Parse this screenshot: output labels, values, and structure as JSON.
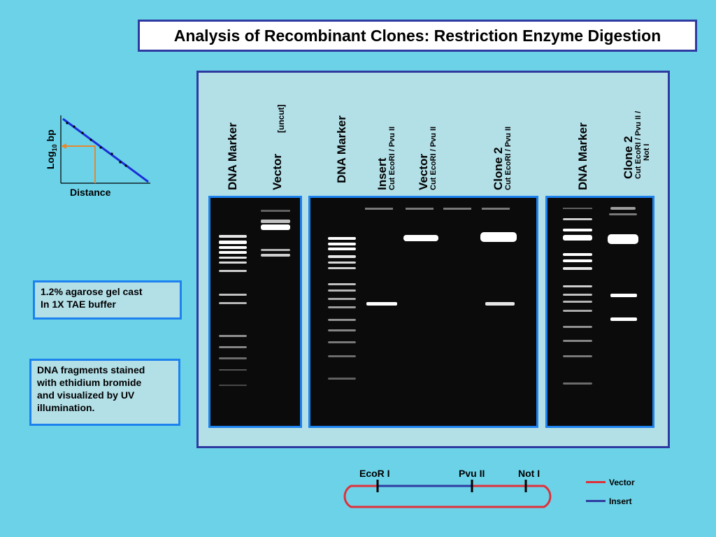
{
  "title": "Analysis of Recombinant Clones: Restriction Enzyme Digestion",
  "mini_plot": {
    "ylabel_main": "Log",
    "ylabel_sub": "10",
    "ylabel_unit": " bp",
    "xlabel": "Distance"
  },
  "lanes": {
    "marker1": "DNA Marker",
    "vector_uncut": "Vector",
    "vector_uncut_note": "[uncut]",
    "marker2": "DNA Marker",
    "insert": "Insert",
    "insert_cut": "Cut EcoRI  / Pvu II",
    "vector_cut": "Vector",
    "vector_cut_detail": "Cut EcoRI  / Pvu II",
    "clone2a": "Clone  2",
    "clone2a_cut": "Cut EcoRI  / Pvu II",
    "marker3": "DNA Marker",
    "clone2b": "Clone  2",
    "clone2b_cut1": "Cut EcoRI  / Pvu II /",
    "clone2b_cut2": "Not I"
  },
  "info_gel": {
    "line1": "1.2%  agarose gel cast",
    "line2": "In 1X TAE buffer"
  },
  "info_stain": {
    "line1": "DNA fragments stained",
    "line2": "with ethidium bromide",
    "line3": "and visualized by UV",
    "line4": "illumination."
  },
  "map": {
    "site1": "EcoR I",
    "site2": "Pvu II",
    "site3": "Not I"
  },
  "legend": {
    "vector": "Vector",
    "insert": "Insert",
    "vector_color": "#e0303a",
    "insert_color": "#2f3aa0"
  },
  "colors": {
    "background": "#6bd2e8",
    "panel": "#b3dfe7",
    "border_dark": "#2f3aa0",
    "border_light": "#1d82ee",
    "gel": "#0b0b0b",
    "arrow": "#e8872a"
  }
}
